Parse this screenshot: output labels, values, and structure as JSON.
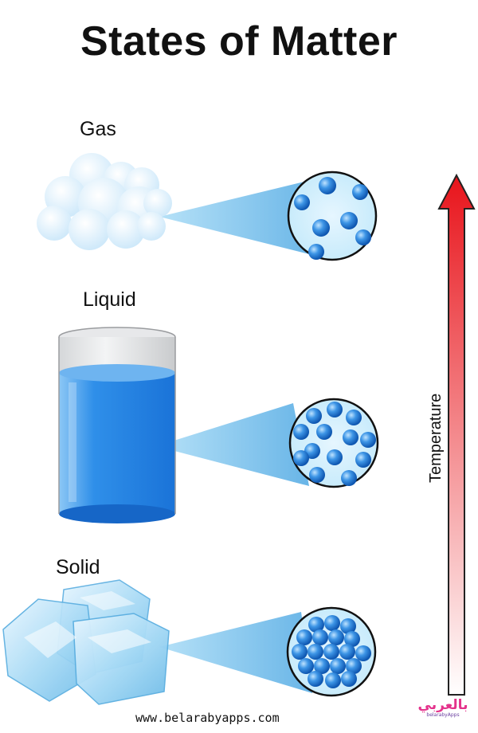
{
  "title": "States of Matter",
  "states": [
    {
      "label": "Gas",
      "icon": "cloud-icon"
    },
    {
      "label": "Liquid",
      "icon": "water-glass-icon"
    },
    {
      "label": "Solid",
      "icon": "ice-cubes-icon"
    }
  ],
  "axis": {
    "label": "Temperature",
    "direction": "up"
  },
  "footer": "www.belarabyapps.com",
  "logo": {
    "main": "بالعربي",
    "sub": "belarabyApps"
  },
  "colors": {
    "particle": "#2a7fd6",
    "water": "#2b86e8",
    "arrow_top": "#e8141b",
    "arrow_bottom": "#ffffff",
    "beam": "#7fc3ee"
  }
}
